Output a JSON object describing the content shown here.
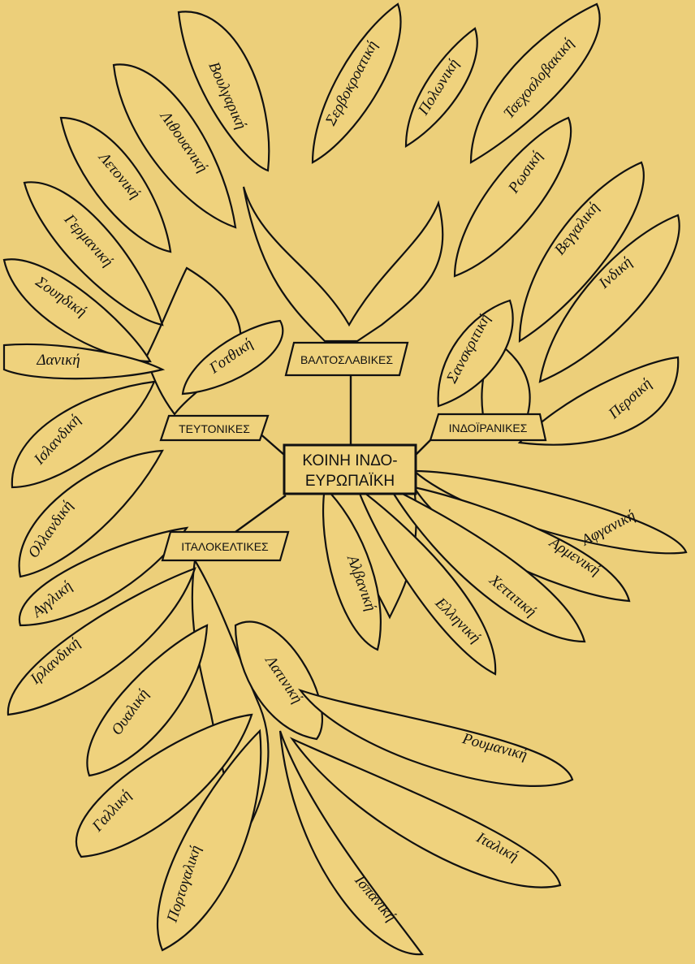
{
  "root": {
    "line1": "ΚΟΙΝΗ ΙΝΔΟ-",
    "line2": "ΕΥΡΩΠΑΪΚΗ"
  },
  "families": {
    "baltoslavic": "ΒΑΛΤΟΣΛΑΒΙΚΕΣ",
    "germanic": "ΤΕΥΤΟΝΙΚΕΣ",
    "indoiranian": "ΙΝΔΟΪΡΑΝΙΚΕΣ",
    "italoceltic": "ΙΤΑΛΟΚΕΛΤΙΚΕΣ"
  },
  "languages": {
    "bulgarian": "Βουλγαρική",
    "serbocroatian": "Σερβοκροατική",
    "polish": "Πολωνική",
    "czechoslovak": "Τσεχοσλοβακική",
    "lithuanian": "Λιθουανική",
    "latvian": "Λετονική",
    "russian": "Ρωσική",
    "german": "Γερμανική",
    "bengali": "Βεγγαλική",
    "indian": "Ινδική",
    "swedish": "Σουηδική",
    "sanskrit": "Σανσκριτική",
    "gothic": "Γοτθική",
    "danish": "Δανική",
    "persian": "Περσική",
    "icelandic": "Ισλανδική",
    "afghan": "Αφγανική",
    "dutch": "Ολλανδική",
    "armenian": "Αρμενική",
    "english": "Αγγλική",
    "hittite": "Χεττιτική",
    "albanian": "Αλβανική",
    "greek": "Ελληνική",
    "irish": "Ιρλανδική",
    "latin": "Λατινική",
    "welsh": "Ουαλική",
    "romanian": "Ρουμανική",
    "french": "Γαλλική",
    "italian": "Ιταλική",
    "portuguese": "Πορτογαλική",
    "spanish": "Ισπανική"
  }
}
